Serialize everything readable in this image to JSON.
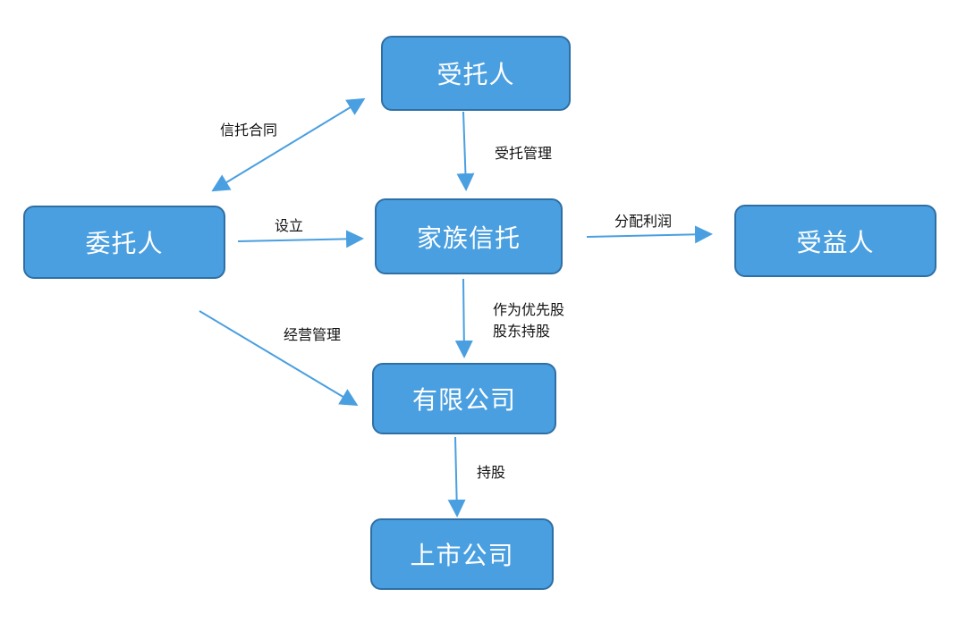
{
  "nodes": {
    "trustee": "受托人",
    "settlor": "委托人",
    "family_trust": "家族信托",
    "beneficiary": "受益人",
    "limited_company": "有限公司",
    "listed_company": "上市公司"
  },
  "edges": {
    "trust_contract": "信托合同",
    "trust_management": "受托管理",
    "establish": "设立",
    "profit_distribution": "分配利润",
    "preferred_shares_line1": "作为优先股",
    "preferred_shares_line2": "股东持股",
    "operation_management": "经营管理",
    "shareholding": "持股"
  },
  "colors": {
    "node_fill": "#4a9fe0",
    "node_border": "#2f6fa4",
    "arrow": "#4a9fe0",
    "text": "#111111"
  }
}
